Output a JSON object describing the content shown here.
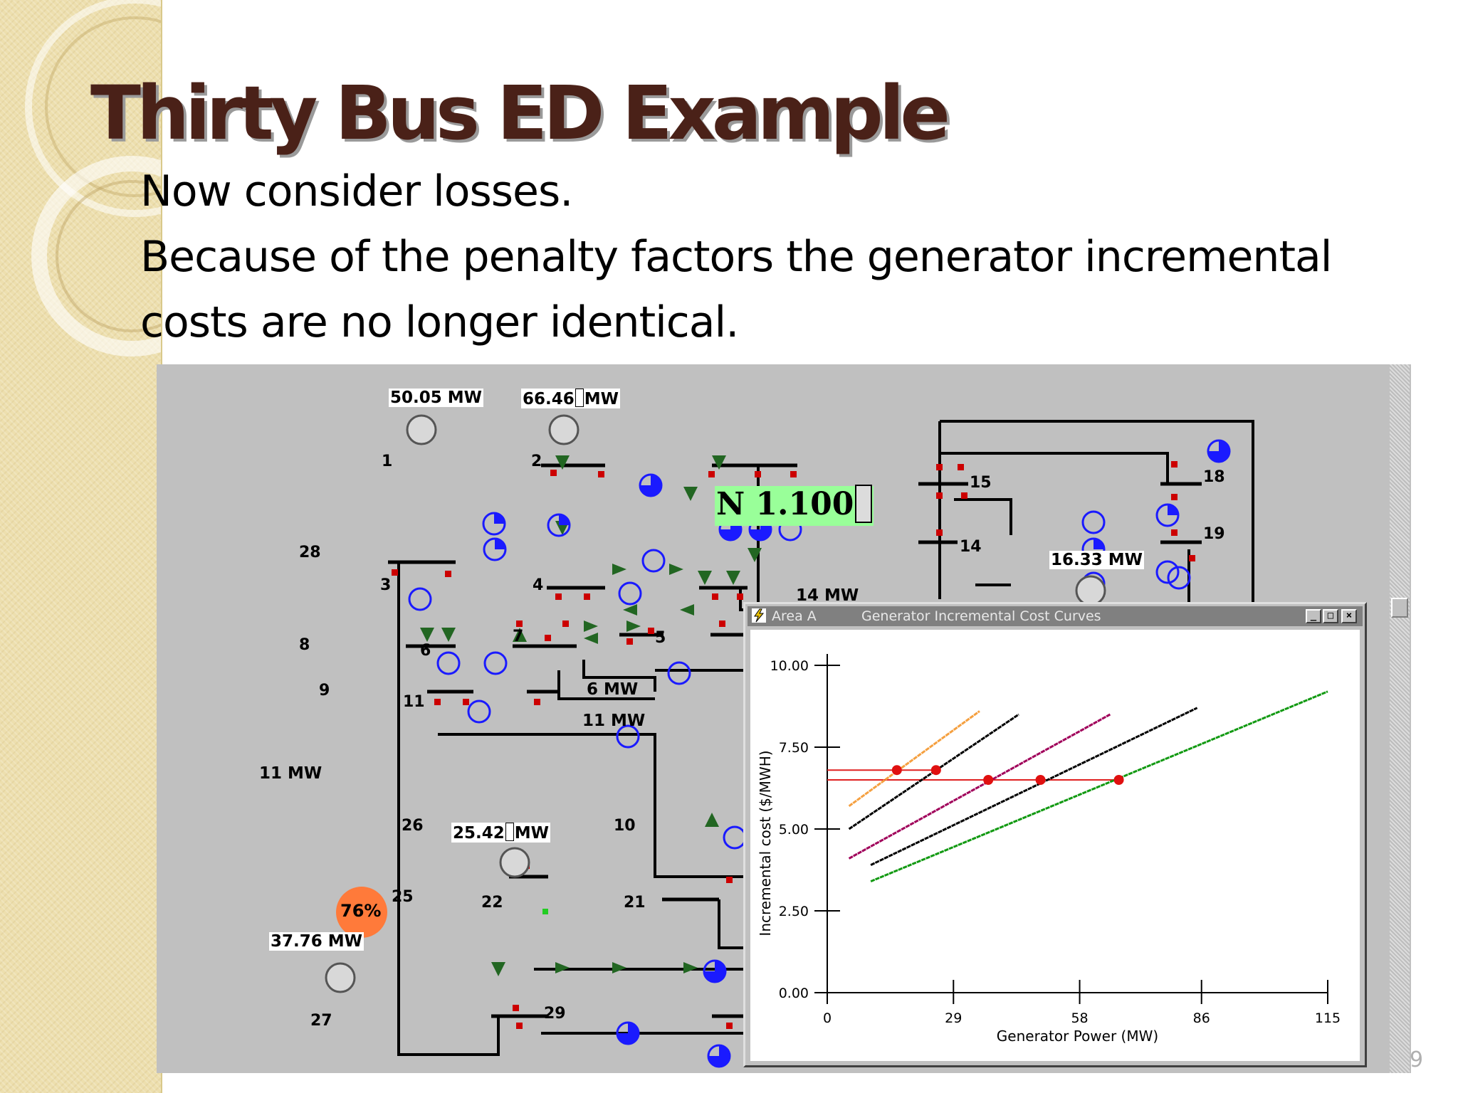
{
  "slide": {
    "title": "Thirty Bus ED Example",
    "lines": [
      "Now consider losses.",
      "Because of the penalty factors the generator incremental",
      "costs are no longer identical."
    ],
    "page_number": "9"
  },
  "oneline": {
    "setpoint": "N 1.100",
    "gen_labels": [
      {
        "id": "g1",
        "text": "50.05 MW"
      },
      {
        "id": "g2",
        "text": "66.46",
        "suffix": "MW"
      },
      {
        "id": "g18",
        "text": "16.33 MW"
      },
      {
        "id": "g22",
        "text": "25.42",
        "suffix": "MW"
      },
      {
        "id": "g27",
        "text": "37.76 MW"
      }
    ],
    "flow_labels": [
      {
        "id": "f1",
        "text": "14 MW"
      },
      {
        "id": "f2",
        "text": "6 MW"
      },
      {
        "id": "f3",
        "text": "11 MW"
      },
      {
        "id": "f4",
        "text": "11 MW"
      }
    ],
    "bus_numbers": [
      "1",
      "2",
      "3",
      "4",
      "5",
      "6",
      "7",
      "8",
      "9",
      "10",
      "11",
      "14",
      "15",
      "18",
      "19",
      "21",
      "22",
      "25",
      "26",
      "27",
      "28",
      "29"
    ],
    "overload_percent": "76%"
  },
  "window": {
    "area": "Area A",
    "title": "Generator Incremental Cost Curves",
    "buttons": {
      "minimize": "_",
      "maximize": "□",
      "close": "×"
    }
  },
  "chart_data": {
    "type": "line",
    "title": "",
    "xlabel": "Generator Power (MW)",
    "ylabel": "Incremental cost ($/MWH)",
    "xlim": [
      0,
      115
    ],
    "ylim": [
      0,
      10
    ],
    "x_tick_labels": [
      "0",
      "29",
      "58",
      "86",
      "115"
    ],
    "y_tick_labels": [
      "0.00",
      "2.50",
      "5.00",
      "7.50",
      "10.00"
    ],
    "x_ticks": [
      0,
      29,
      58,
      86,
      115
    ],
    "y_ticks": [
      0,
      2.5,
      5,
      7.5,
      10
    ],
    "grid": false,
    "series": [
      {
        "color": "#f5a040",
        "x": [
          5,
          35
        ],
        "y": [
          5.7,
          8.6
        ],
        "operating_point": [
          16,
          6.8
        ]
      },
      {
        "color": "#000000",
        "x": [
          5,
          44
        ],
        "y": [
          5.0,
          8.5
        ],
        "operating_point": [
          25,
          6.8
        ]
      },
      {
        "color": "#a0005a",
        "x": [
          5,
          65
        ],
        "y": [
          4.1,
          8.5
        ],
        "operating_point": [
          37,
          6.5
        ]
      },
      {
        "color": "#000000",
        "x": [
          10,
          85
        ],
        "y": [
          3.9,
          8.7
        ],
        "operating_point": [
          49,
          6.5
        ]
      },
      {
        "color": "#119911",
        "x": [
          10,
          115
        ],
        "y": [
          3.4,
          9.2
        ],
        "operating_point": [
          67,
          6.5
        ]
      }
    ],
    "reference_lines": [
      {
        "color": "#e02020",
        "x": [
          0,
          25
        ],
        "y": [
          6.8,
          6.8
        ]
      },
      {
        "color": "#e02020",
        "x": [
          0,
          67
        ],
        "y": [
          6.5,
          6.5
        ]
      }
    ]
  }
}
